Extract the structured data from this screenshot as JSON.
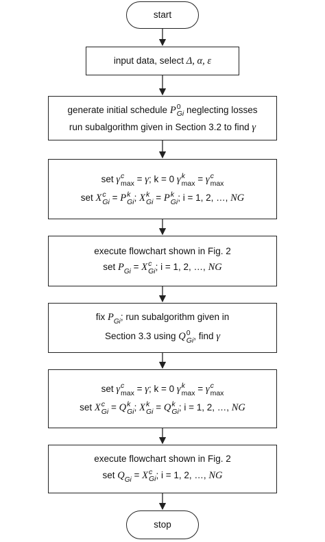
{
  "start": "start",
  "stop": "stop",
  "step1": {
    "prefix": "input data, select ",
    "vars": "Δ, α, ε"
  },
  "step2": {
    "l1_a": "generate initial schedule ",
    "P": "P",
    "P_sup": "0",
    "P_sub": "Gi",
    "l1_b": " neglecting losses",
    "l2_a": "run subalgorithm given in Section 3.2 to find ",
    "gamma": "γ"
  },
  "step3": {
    "set": "set ",
    "gamma": "γ",
    "sup_c": "c",
    "sub_max": "max",
    "eq": " = ",
    "semi_k0": "; k = 0 ",
    "sup_k": "k",
    "X": "X",
    "sub_Gi": "Gi",
    "P": "P",
    "idx": "; i = 1, 2, …, ",
    "NG": "NG",
    "semi": "; "
  },
  "step4": {
    "l1": "execute flowchart shown in Fig. 2",
    "set": "set ",
    "P": "P",
    "sub_Gi": "Gi",
    "eq": " = ",
    "X": "X",
    "sup_c": "c",
    "idx": "; i = 1, 2, …, ",
    "NG": "NG"
  },
  "step5": {
    "l1_a": "fix ",
    "P": "P",
    "sub_Gi": "Gi",
    "l1_b": "; run subalgorithm given in",
    "l2_a": "Section 3.3 using ",
    "Q": "Q",
    "sup_0": "0",
    "l2_b": ", find ",
    "gamma": "γ"
  },
  "step6": {
    "set": "set ",
    "gamma": "γ",
    "sup_c": "c",
    "sub_max": "max",
    "eq": " = ",
    "semi_k0": "; k = 0 ",
    "sup_k": "k",
    "X": "X",
    "sub_Gi": "Gi",
    "Q": "Q",
    "idx": "; i = 1, 2, …, ",
    "NG": "NG",
    "semi": "; "
  },
  "step7": {
    "l1": "execute flowchart shown in Fig. 2",
    "set": "set ",
    "Q": "Q",
    "sub_Gi": "Gi",
    "eq": " = ",
    "X": "X",
    "sup_c": "c",
    "idx": "; i = 1, 2, …, ",
    "NG": "NG"
  },
  "colors": {
    "stroke": "#222222",
    "text": "#111111",
    "background": "#ffffff"
  }
}
